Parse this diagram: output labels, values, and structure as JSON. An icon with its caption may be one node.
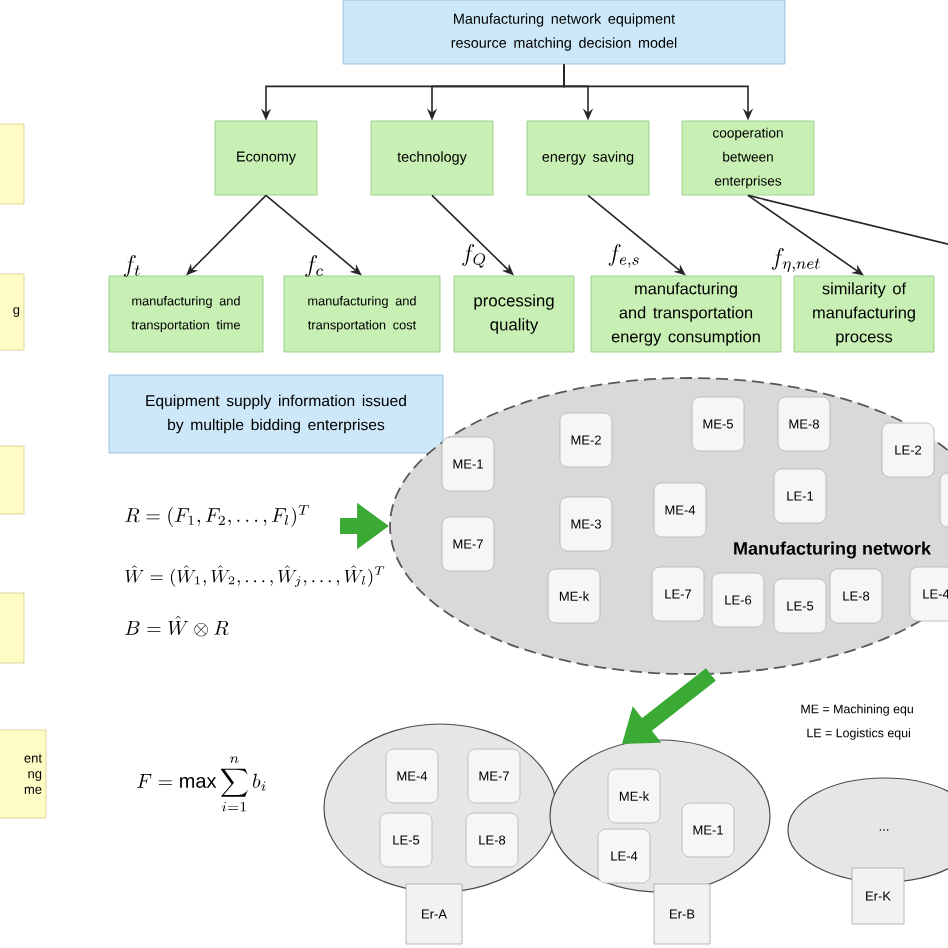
{
  "diagram": {
    "nodes": [
      {
        "text": [
          "Manufacturing network equipment resource matching decision model"
        ]
      },
      {
        "text": [
          "Economy"
        ]
      },
      {
        "text": [
          "technology"
        ]
      },
      {
        "text": [
          "energy saving"
        ]
      },
      {
        "text": [
          "cooperation between enterprises"
        ]
      },
      {
        "text": [
          "manufacturing and transportation time"
        ],
        "beside": [
          "f_t"
        ]
      },
      {
        "text": [
          "manufacturing and transportation cost"
        ],
        "beside": [
          "f_c"
        ]
      },
      {
        "text": [
          "processing quality"
        ],
        "beside": [
          "f_Q"
        ]
      },
      {
        "text": [
          "manufacturing and transportation energy consumption"
        ],
        "beside": [
          "f_{e,s}"
        ]
      },
      {
        "text": [
          "similarity of manufacturing process"
        ],
        "beside": [
          "f_{\\eta,net}"
        ]
      },
      {
        "text": [
          "Equipment supply information issued by multiple bidding enterprises"
        ]
      },
      {
        "text": [
          "Manufacturing network"
        ]
      },
      {
        "text": [
          "ME-1"
        ],
        "in": 11
      },
      {
        "text": [
          "ME-7"
        ],
        "in": 11
      },
      {
        "text": [
          "ME-2"
        ],
        "in": 11
      },
      {
        "text": [
          "ME-3"
        ],
        "in": 11
      },
      {
        "text": [
          "ME-4"
        ],
        "in": 11
      },
      {
        "text": [
          "ME-5"
        ],
        "in": 11
      },
      {
        "text": [
          "ME-8"
        ],
        "in": 11
      },
      {
        "text": [
          "LE-1"
        ],
        "in": 11
      },
      {
        "text": [
          "LE-2"
        ],
        "in": 11
      },
      {
        "text": [],
        "shape": "box",
        "in": 11
      },
      {
        "text": [
          "ME-k"
        ],
        "in": 11
      },
      {
        "text": [
          "LE-7"
        ],
        "in": 11
      },
      {
        "text": [
          "LE-6"
        ],
        "in": 11
      },
      {
        "text": [
          "LE-5"
        ],
        "in": 11
      },
      {
        "text": [
          "LE-8"
        ],
        "in": 11
      },
      {
        "text": [
          "LE-4"
        ],
        "in": 11
      },
      {
        "text": [],
        "shape": "ellipse"
      },
      {
        "text": [
          "ME-4"
        ],
        "in": 28
      },
      {
        "text": [
          "ME-7"
        ],
        "in": 28
      },
      {
        "text": [
          "LE-5"
        ],
        "in": 28
      },
      {
        "text": [
          "LE-8"
        ],
        "in": 28
      },
      {
        "text": [
          "Er-A"
        ]
      },
      {
        "text": [],
        "shape": "ellipse"
      },
      {
        "text": [
          "ME-k"
        ],
        "in": 34
      },
      {
        "text": [
          "ME-1"
        ],
        "in": 34
      },
      {
        "text": [
          "LE-4"
        ],
        "in": 34
      },
      {
        "text": [
          "Er-B"
        ]
      },
      {
        "text": [
          "..."
        ]
      },
      {
        "text": [
          "Er-K"
        ]
      },
      {
        "text": [],
        "shape": "box"
      },
      {
        "text": [
          "g"
        ]
      },
      {
        "text": [],
        "shape": "box"
      },
      {
        "text": [],
        "shape": "box"
      },
      {
        "text": [
          "ent ng me"
        ]
      }
    ],
    "edges": [
      {
        "from": 0,
        "to": 1,
        "arrow": "to"
      },
      {
        "from": 0,
        "to": 2,
        "arrow": "to"
      },
      {
        "from": 0,
        "to": 3,
        "arrow": "to"
      },
      {
        "from": 0,
        "to": 4,
        "arrow": "to"
      },
      {
        "from": 1,
        "to": 5,
        "arrow": "to"
      },
      {
        "from": 1,
        "to": 6,
        "arrow": "to"
      },
      {
        "from": 2,
        "to": 7,
        "arrow": "to"
      },
      {
        "from": 3,
        "to": 8,
        "arrow": "to"
      },
      {
        "from": 4,
        "to": 9,
        "arrow": "to"
      },
      {
        "from": 4,
        "to": null,
        "arrow": "none"
      },
      {
        "from": null,
        "to": 11,
        "arrow": "to",
        "style": "thick",
        "color": "#3aaa35"
      },
      {
        "from": 11,
        "to": 34,
        "arrow": "to",
        "style": "thick",
        "color": "#3aaa35"
      }
    ],
    "labels": [
      "R=(F_1,F_2,\\ldots,F_l)^T",
      "\\hat{W}=(\\hat{W}_1,\\hat{W}_2,\\ldots,\\hat{W}_j,\\ldots,\\hat{W}_l)^T",
      "B=\\hat{W}\\otimes R",
      "F=\\max\\sum_{i=1}^{n}b_i",
      "ME = Machining equ",
      "LE = Logistics equi"
    ]
  }
}
